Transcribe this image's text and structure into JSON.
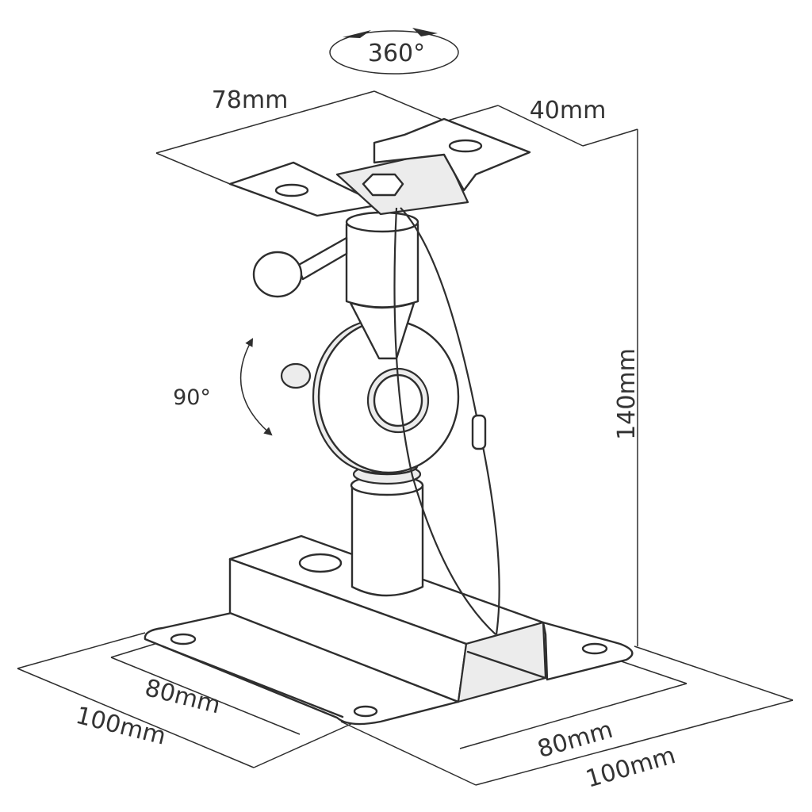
{
  "labels": {
    "rotation_top": "360°",
    "tilt": "90°",
    "top_plate_width": "78mm",
    "top_plate_depth": "40mm",
    "height": "140mm",
    "base_inner_left": "80mm",
    "base_outer_left": "100mm",
    "base_inner_right": "80mm",
    "base_outer_right": "100mm"
  },
  "colors": {
    "line": "#2e2e2e",
    "text": "#333333",
    "shade": "#ececec",
    "background": "#ffffff"
  }
}
